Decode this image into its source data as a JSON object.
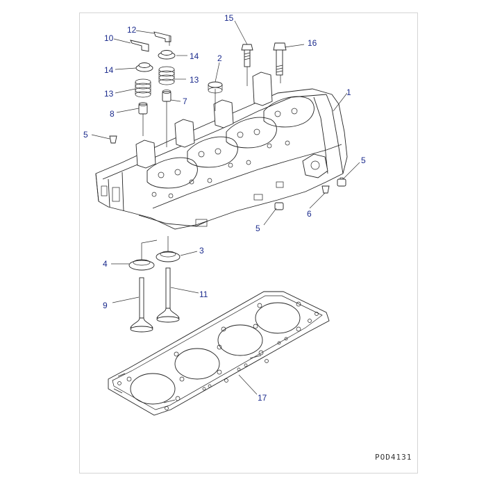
{
  "diagram": {
    "callouts": [
      {
        "id": "c10",
        "text": "10"
      },
      {
        "id": "c12",
        "text": "12"
      },
      {
        "id": "c14a",
        "text": "14"
      },
      {
        "id": "c14b",
        "text": "14"
      },
      {
        "id": "c13a",
        "text": "13"
      },
      {
        "id": "c13b",
        "text": "13"
      },
      {
        "id": "c8",
        "text": "8"
      },
      {
        "id": "c7",
        "text": "7"
      },
      {
        "id": "c2",
        "text": "2"
      },
      {
        "id": "c15",
        "text": "15"
      },
      {
        "id": "c16",
        "text": "16"
      },
      {
        "id": "c1",
        "text": "1"
      },
      {
        "id": "c5a",
        "text": "5"
      },
      {
        "id": "c5b",
        "text": "5"
      },
      {
        "id": "c5c",
        "text": "5"
      },
      {
        "id": "c6",
        "text": "6"
      },
      {
        "id": "c4",
        "text": "4"
      },
      {
        "id": "c3",
        "text": "3"
      },
      {
        "id": "c9",
        "text": "9"
      },
      {
        "id": "c11",
        "text": "11"
      },
      {
        "id": "c17",
        "text": "17"
      }
    ],
    "drawing_code": "POD4131"
  }
}
